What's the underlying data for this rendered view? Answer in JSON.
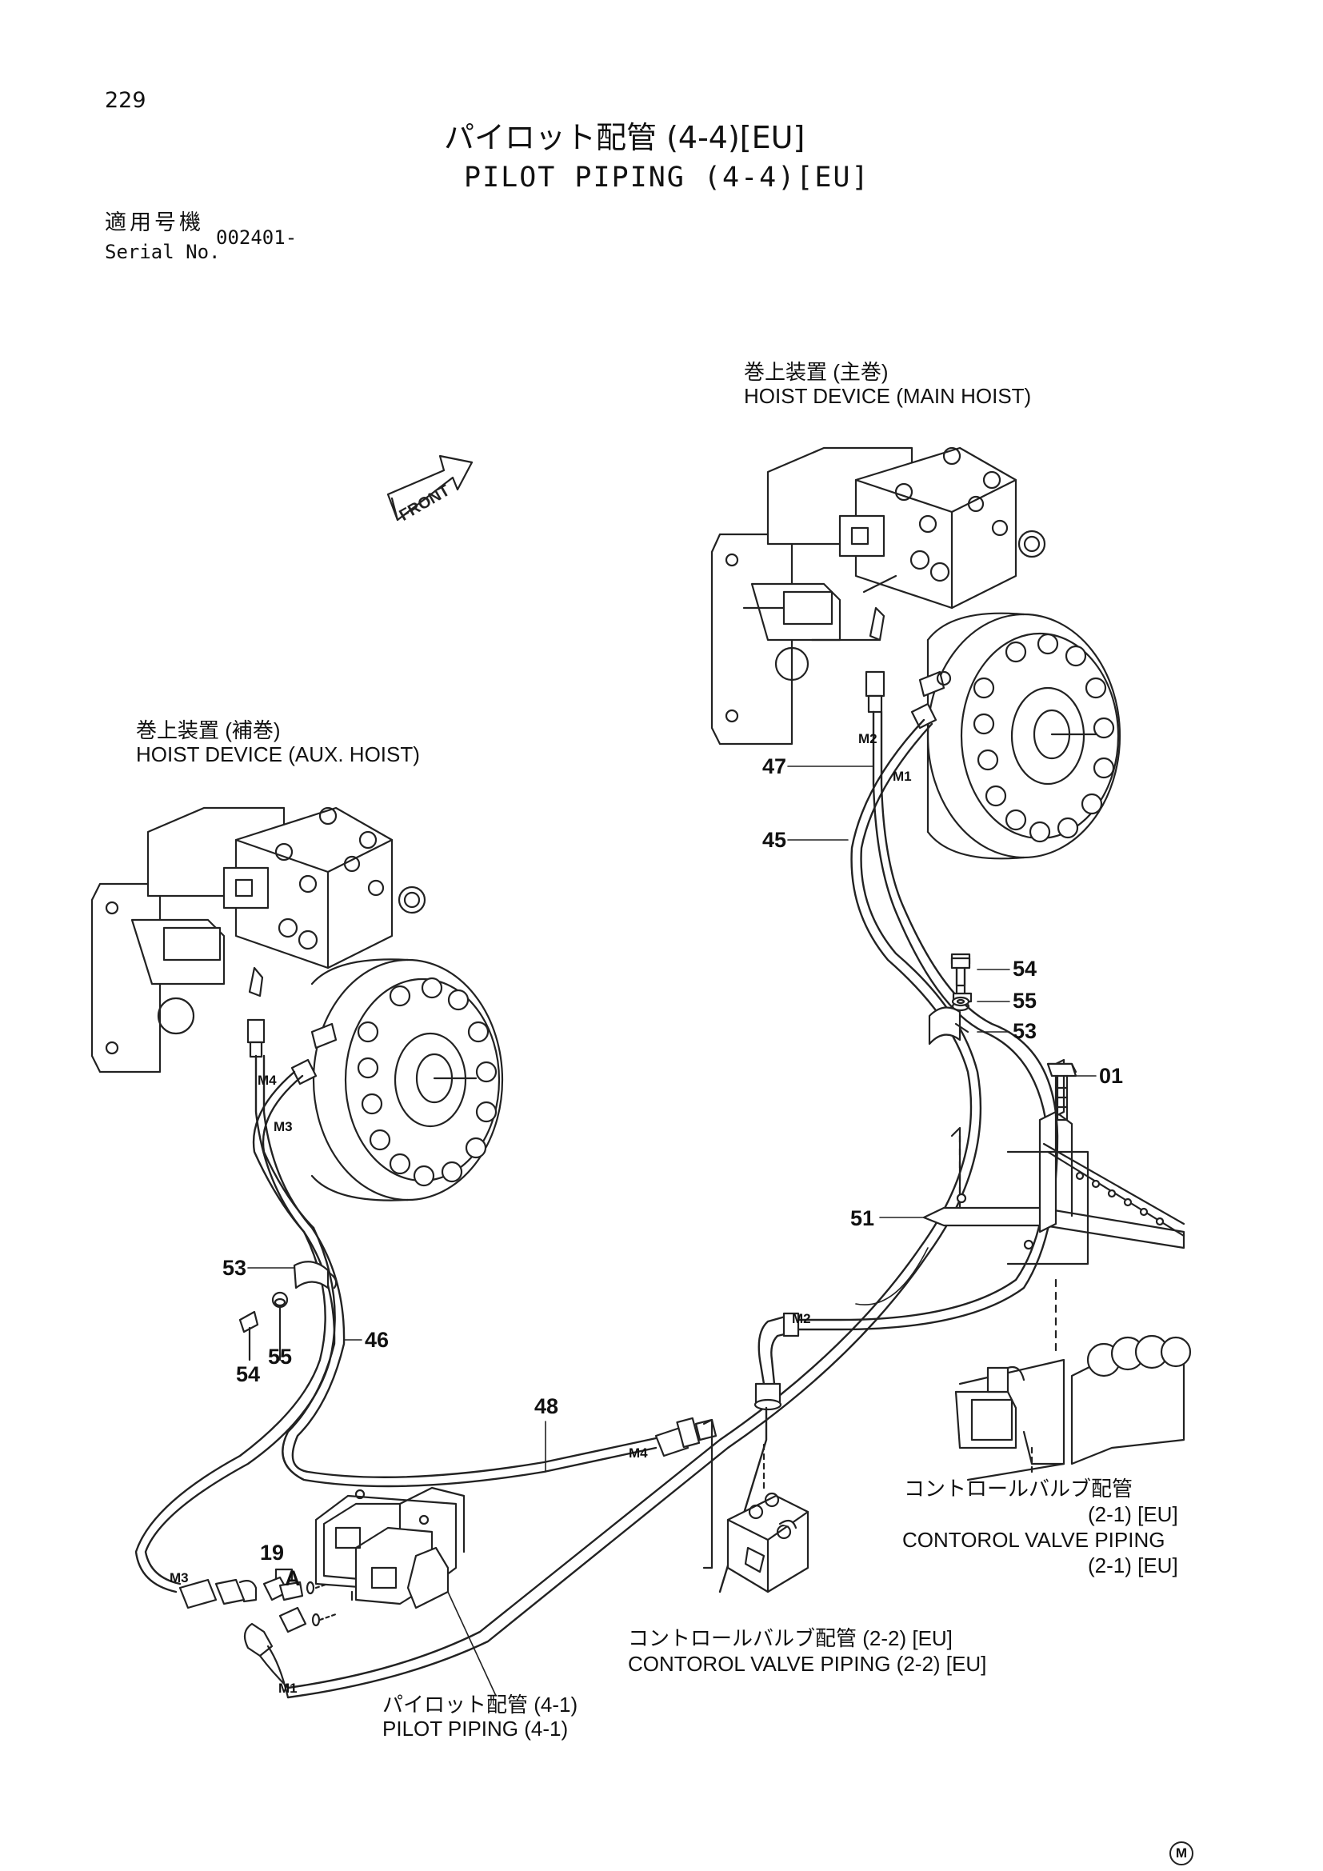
{
  "page_number": "229",
  "title": {
    "ja": "パイロット配管 (4-4)[EU]",
    "en": "PILOT PIPING (4-4)[EU]"
  },
  "serial": {
    "label_ja": "適用号機",
    "label_en": "Serial No.",
    "value": "002401-"
  },
  "front_marker": "FRONT",
  "assemblies": {
    "main_hoist": {
      "ja": "巻上装置 (主巻)",
      "en": "HOIST DEVICE (MAIN HOIST)"
    },
    "aux_hoist": {
      "ja": "巻上装置 (補巻)",
      "en": "HOIST DEVICE (AUX. HOIST)"
    },
    "cv_piping_2_1": {
      "ja": "コントロールバルブ配管",
      "ja2": "(2-1) [EU]",
      "en": "CONTOROL VALVE PIPING",
      "en2": "(2-1) [EU]"
    },
    "cv_piping_2_2": {
      "ja": "コントロールバルブ配管 (2-2) [EU]",
      "en": "CONTOROL VALVE PIPING (2-2) [EU]"
    },
    "pilot_piping_4_1": {
      "ja": "パイロット配管 (4-1)",
      "en": "PILOT PIPING (4-1)"
    }
  },
  "callouts": {
    "c47": "47",
    "c45": "45",
    "c54a": "54",
    "c55a": "55",
    "c53a": "53",
    "c01": "01",
    "c51": "51",
    "c53b": "53",
    "c46": "46",
    "c54b": "54",
    "c55b": "55",
    "c48": "48",
    "c19": "19",
    "detail_a": "A"
  },
  "ports": {
    "m2_main": "M2",
    "m1_main": "M1",
    "m4_aux": "M4",
    "m3_aux": "M3",
    "m2_valve": "M2",
    "m4_valve": "M4",
    "m3_pilot": "M3",
    "m1_pilot": "M1"
  },
  "mark": "M"
}
